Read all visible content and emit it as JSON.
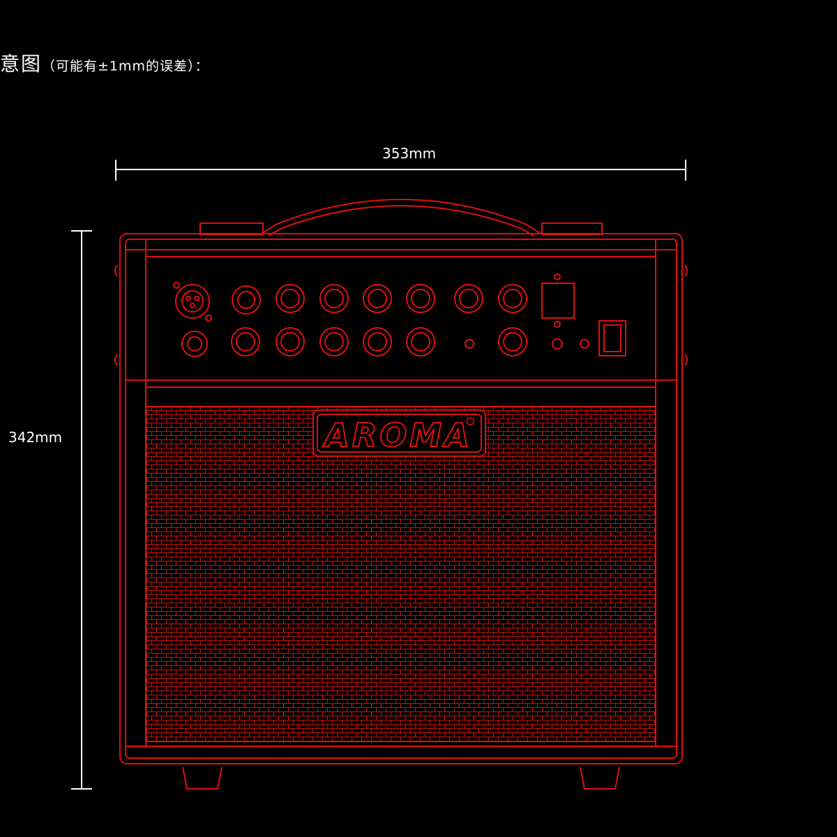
{
  "header": {
    "title": "意图",
    "note": "（可能有±1mm的误差）："
  },
  "dimensions": {
    "width": "353mm",
    "height": "342mm"
  },
  "brand": {
    "logo": "AROMA"
  },
  "colors": {
    "background": "#000000",
    "outline": "#e01010",
    "text": "#ffffff"
  }
}
